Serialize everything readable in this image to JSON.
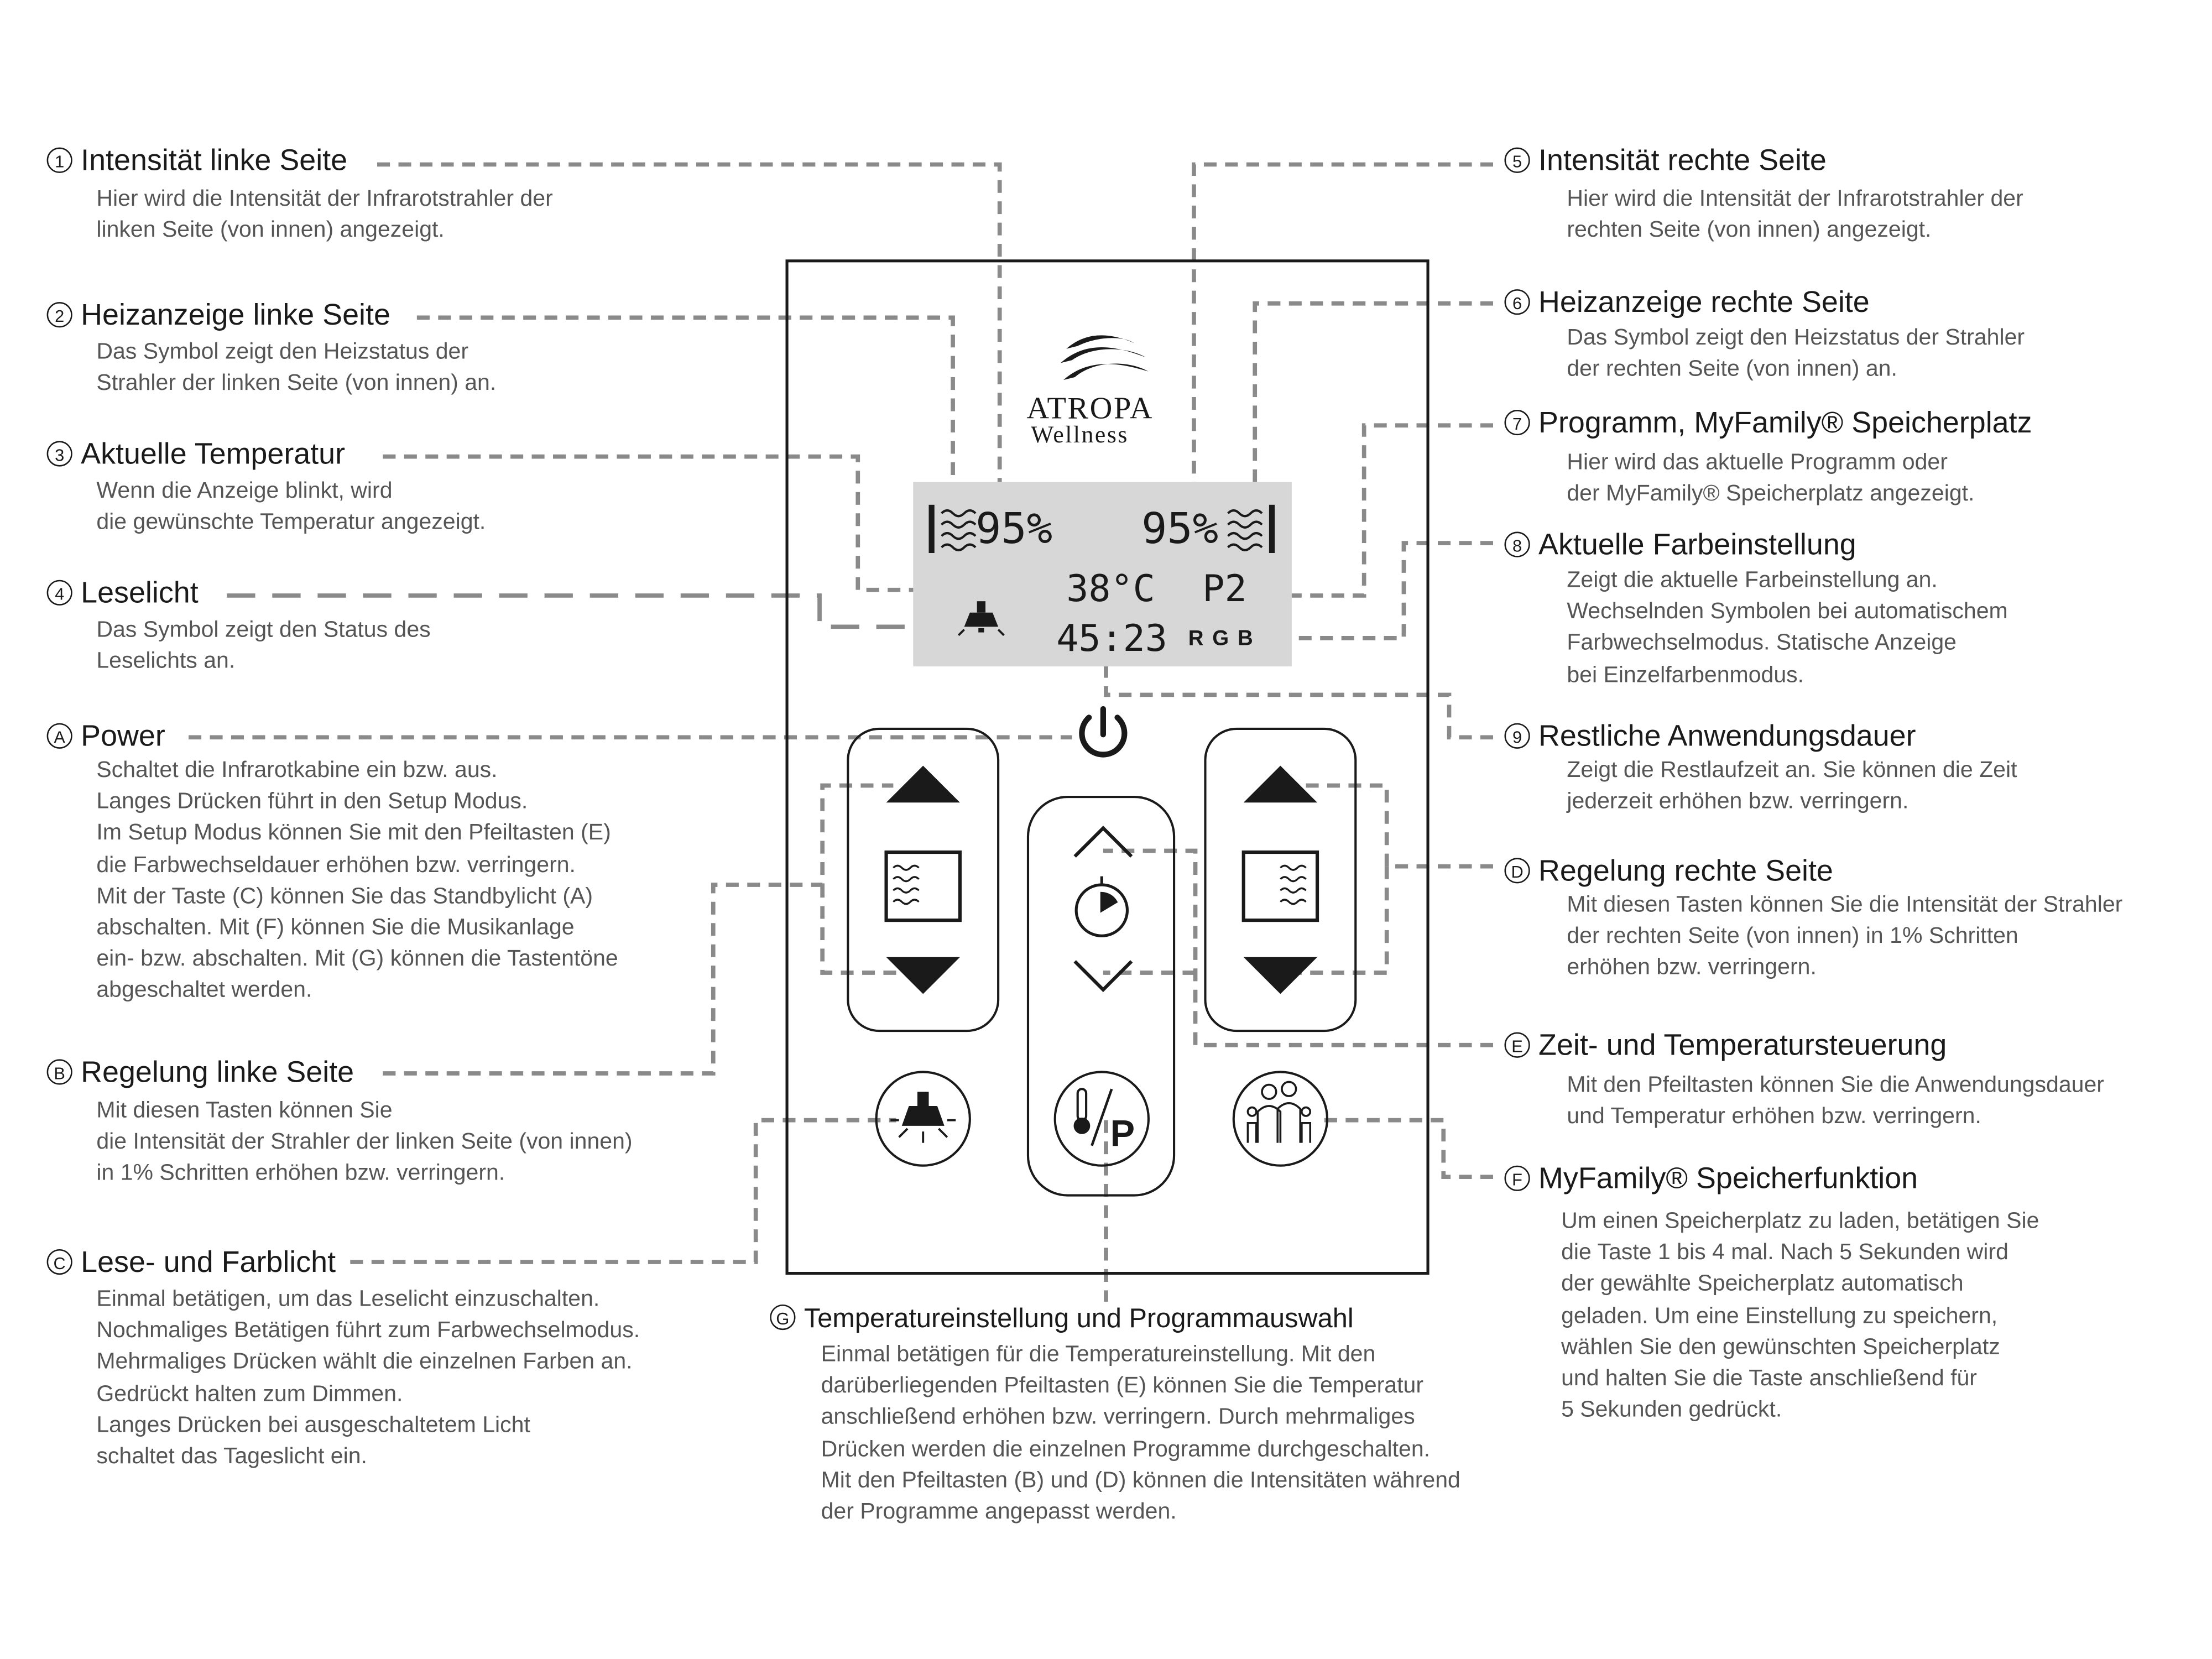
{
  "brand": {
    "name": "ATROPA",
    "sub": "Wellness"
  },
  "display": {
    "left_intensity": "95%",
    "right_intensity": "95%",
    "temperature": "38°C",
    "program": "P2",
    "time": "45:23",
    "color": "R G B"
  },
  "callouts": {
    "c1": {
      "marker": "1",
      "title": "Intensität linke Seite",
      "desc": "Hier wird die Intensität der Infrarotstrahler der\nlinken Seite (von innen) angezeigt."
    },
    "c2": {
      "marker": "2",
      "title": "Heizanzeige linke Seite",
      "desc": "Das Symbol zeigt den Heizstatus der\nStrahler der linken Seite (von innen) an."
    },
    "c3": {
      "marker": "3",
      "title": "Aktuelle Temperatur",
      "desc": "Wenn die Anzeige blinkt, wird\ndie gewünschte Temperatur angezeigt."
    },
    "c4": {
      "marker": "4",
      "title": "Leselicht",
      "desc": "Das Symbol zeigt den Status des\nLeselichts an."
    },
    "cA": {
      "marker": "A",
      "title": "Power",
      "desc": "Schaltet die Infrarotkabine ein bzw. aus.\nLanges Drücken führt in den Setup Modus.\nIm Setup Modus können Sie mit den Pfeiltasten (E)\ndie Farbwechseldauer erhöhen bzw. verringern.\nMit der Taste (C) können Sie das Standbylicht (A)\nabschalten. Mit (F) können Sie die Musikanlage\nein- bzw. abschalten. Mit (G) können die Tastentöne\nabgeschaltet werden."
    },
    "cB": {
      "marker": "B",
      "title": "Regelung linke Seite",
      "desc": "Mit diesen Tasten können Sie\ndie Intensität der Strahler der linken Seite (von innen)\nin 1% Schritten erhöhen bzw. verringern."
    },
    "cC": {
      "marker": "C",
      "title": "Lese- und Farblicht",
      "desc": "Einmal betätigen, um das Leselicht einzuschalten.\nNochmaliges Betätigen führt zum Farbwechselmodus.\nMehrmaliges Drücken wählt die einzelnen Farben an.\nGedrückt halten zum Dimmen.\nLanges Drücken bei ausgeschaltetem Licht\nschaltet das Tageslicht ein."
    },
    "c5": {
      "marker": "5",
      "title": "Intensität rechte Seite",
      "desc": "Hier wird die Intensität der Infrarotstrahler der\nrechten Seite (von innen) angezeigt."
    },
    "c6": {
      "marker": "6",
      "title": "Heizanzeige rechte Seite",
      "desc": "Das Symbol zeigt den Heizstatus der Strahler\nder rechten Seite (von innen) an."
    },
    "c7": {
      "marker": "7",
      "title": "Programm, MyFamily® Speicherplatz",
      "desc": "Hier wird das aktuelle Programm oder\nder MyFamily® Speicherplatz angezeigt."
    },
    "c8": {
      "marker": "8",
      "title": "Aktuelle Farbeinstellung",
      "desc": "Zeigt die aktuelle Farbeinstellung an.\nWechselnden Symbolen bei automatischem\nFarbwechselmodus. Statische Anzeige\nbei Einzelfarbenmodus."
    },
    "c9": {
      "marker": "9",
      "title": "Restliche Anwendungsdauer",
      "desc": "Zeigt die Restlaufzeit an. Sie können die Zeit\njederzeit erhöhen bzw. verringern."
    },
    "cD": {
      "marker": "D",
      "title": "Regelung rechte Seite",
      "desc": "Mit diesen Tasten können Sie die Intensität der Strahler\nder rechten Seite (von innen) in 1% Schritten\nerhöhen bzw. verringern."
    },
    "cE": {
      "marker": "E",
      "title": "Zeit- und Temperatursteuerung",
      "desc": "Mit den Pfeiltasten können Sie die Anwendungsdauer\nund Temperatur erhöhen bzw. verringern."
    },
    "cF": {
      "marker": "F",
      "title": "MyFamily® Speicherfunktion",
      "desc": "Um einen Speicherplatz zu laden, betätigen Sie\ndie Taste 1 bis 4 mal. Nach 5 Sekunden wird\nder gewählte Speicherplatz automatisch\ngeladen. Um eine Einstellung zu speichern,\nwählen Sie den gewünschten Speicherplatz\nund halten Sie die Taste anschließend für\n5 Sekunden gedrückt."
    },
    "cG": {
      "marker": "G",
      "title": "Temperatureinstellung und Programmauswahl",
      "desc": "Einmal betätigen für die Temperatureinstellung. Mit den\ndarüberliegenden Pfeiltasten (E) können Sie die Temperatur\nanschließend erhöhen bzw. verringern. Durch mehrmaliges\nDrücken werden die einzelnen Programme durchgeschalten.\nMit den Pfeiltasten (B) und (D) können die Intensitäten während\nder Programme angepasst werden."
    }
  }
}
